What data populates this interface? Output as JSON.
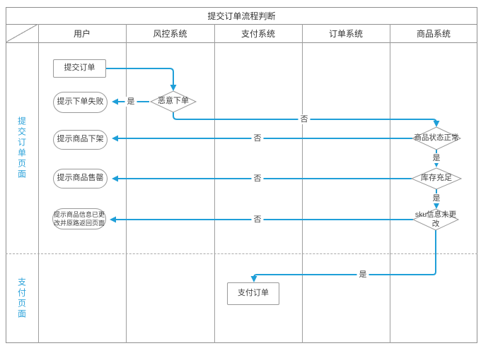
{
  "title": "提交订单流程判断",
  "lanes": [
    "用户",
    "风控系统",
    "支付系统",
    "订单系统",
    "商品系统"
  ],
  "row_labels": [
    "提交订单页面",
    "支付页面"
  ],
  "nodes": {
    "submit_order": {
      "label": "提交订单",
      "type": "process"
    },
    "order_fail": {
      "label": "提示下单失败",
      "type": "terminator"
    },
    "malicious": {
      "label": "恶意下单",
      "type": "decision"
    },
    "product_removed": {
      "label": "提示商品下架",
      "type": "terminator"
    },
    "status_ok": {
      "label": "商品状态正常",
      "type": "decision"
    },
    "sold_out": {
      "label": "提示商品售罄",
      "type": "terminator"
    },
    "stock_ok": {
      "label": "库存充足",
      "type": "decision"
    },
    "info_changed": {
      "label": "提示商品信息已更改并原路返回页面",
      "type": "terminator"
    },
    "sku_unchanged": {
      "label": "sku信息未更改",
      "type": "decision"
    },
    "pay_order": {
      "label": "支付订单",
      "type": "process"
    }
  },
  "edge_labels": {
    "malicious_yes": "是",
    "malicious_no": "否",
    "status_no": "否",
    "status_yes": "是",
    "stock_no": "否",
    "stock_yes": "是",
    "sku_no": "否",
    "sku_yes": "是"
  },
  "colors": {
    "accent": "#1F9FD8",
    "grid": "#9E9E9E",
    "shape_border": "#999999"
  }
}
